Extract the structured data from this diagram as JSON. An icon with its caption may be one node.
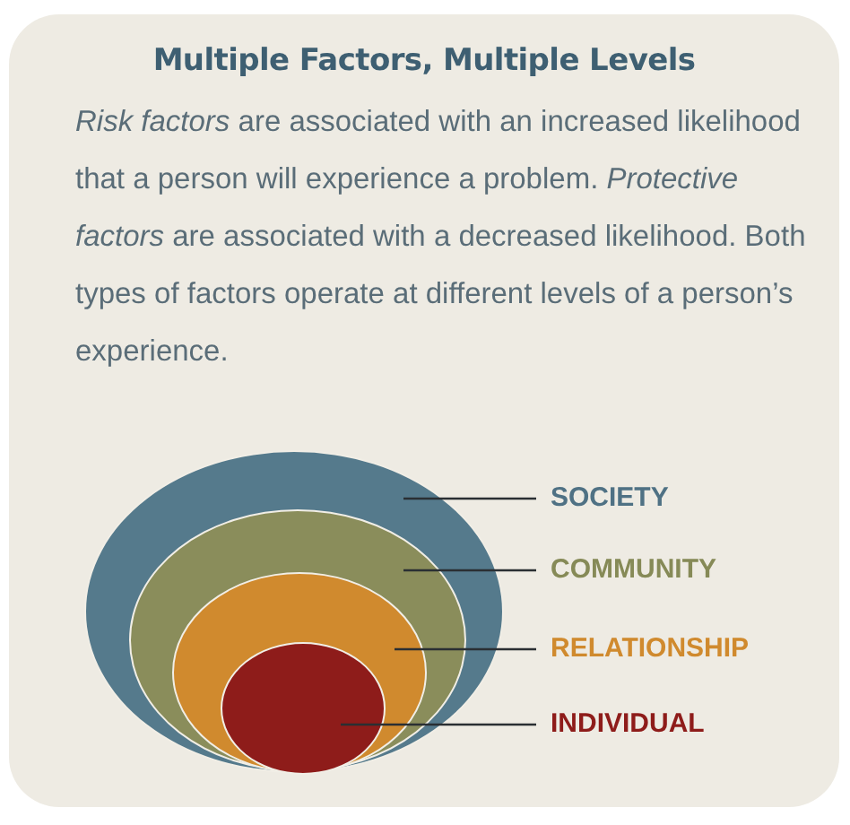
{
  "diagram": {
    "title": "Multiple Factors, Multiple Levels",
    "nodes": [
      {
        "text": [],
        "shape": "ellipse"
      },
      {
        "text": [],
        "shape": "ellipse",
        "in": 0
      },
      {
        "text": [],
        "shape": "ellipse",
        "in": 1
      },
      {
        "text": [],
        "shape": "ellipse",
        "in": 2
      },
      {
        "text": [
          "SOCIETY"
        ]
      },
      {
        "text": [
          "COMMUNITY"
        ]
      },
      {
        "text": [
          "RELATIONSHIP"
        ]
      },
      {
        "text": [
          "INDIVIDUAL"
        ]
      }
    ],
    "edges": [
      {
        "from": 4,
        "to": 0,
        "arrow": "none"
      },
      {
        "from": 5,
        "to": 1,
        "arrow": "none"
      },
      {
        "from": 6,
        "to": 2,
        "arrow": "none"
      },
      {
        "from": 7,
        "to": 3,
        "arrow": "none"
      }
    ],
    "labels": [
      "*Risk factors* are associated with an increased likelihood that a person will experience a problem. *Protective factors* are associated with a decreased likelihood. Both types of factors operate at different levels of a person’s experience."
    ]
  }
}
